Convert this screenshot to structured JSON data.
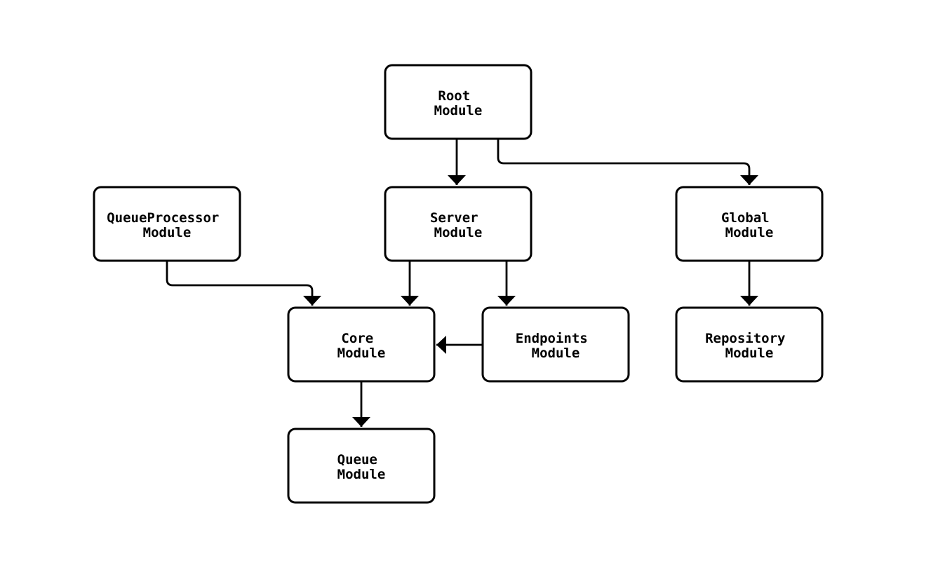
{
  "diagram": {
    "type": "flowchart",
    "background_color": "#ffffff",
    "line_color": "#000000",
    "node_fill_color": "#ffffff",
    "text_color": "#000000",
    "nodes": {
      "root": {
        "line1": "Root",
        "line2": "Module"
      },
      "queueprocessor": {
        "line1": "QueueProcessor",
        "line2": "Module"
      },
      "server": {
        "line1": "Server",
        "line2": "Module"
      },
      "global": {
        "line1": "Global",
        "line2": "Module"
      },
      "core": {
        "line1": "Core",
        "line2": "Module"
      },
      "endpoints": {
        "line1": "Endpoints",
        "line2": "Module"
      },
      "repository": {
        "line1": "Repository",
        "line2": "Module"
      },
      "queue": {
        "line1": "Queue",
        "line2": "Module"
      }
    },
    "edges": [
      {
        "from": "Root Module",
        "to": "Server Module"
      },
      {
        "from": "Root Module",
        "to": "Global Module"
      },
      {
        "from": "QueueProcessor Module",
        "to": "Core Module"
      },
      {
        "from": "Server Module",
        "to": "Core Module"
      },
      {
        "from": "Server Module",
        "to": "Endpoints Module"
      },
      {
        "from": "Endpoints Module",
        "to": "Core Module"
      },
      {
        "from": "Global Module",
        "to": "Repository Module"
      },
      {
        "from": "Core Module",
        "to": "Queue Module"
      }
    ]
  }
}
